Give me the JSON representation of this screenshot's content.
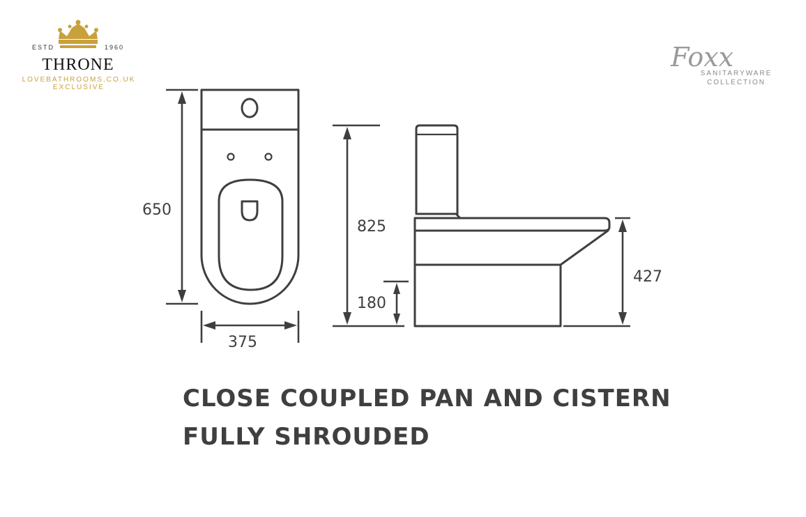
{
  "throne_logo": {
    "estd_label": "ESTD",
    "year": "1960",
    "name": "THRONE",
    "website": "LOVEBATHROOMS.CO.UK",
    "tagline": "EXCLUSIVE",
    "gold_color": "#c9a13c"
  },
  "foxx_logo": {
    "script_name": "Foxx",
    "line1": "SANITARYWARE",
    "line2": "COLLECTION"
  },
  "dimensions": {
    "plan_length": "650",
    "plan_width": "375",
    "total_height": "825",
    "pan_height": "180",
    "seat_height": "427"
  },
  "title": {
    "line1": "CLOSE COUPLED PAN AND CISTERN",
    "line2": "FULLY SHROUDED"
  },
  "colors": {
    "line": "#3f3f3f",
    "background": "#ffffff"
  }
}
